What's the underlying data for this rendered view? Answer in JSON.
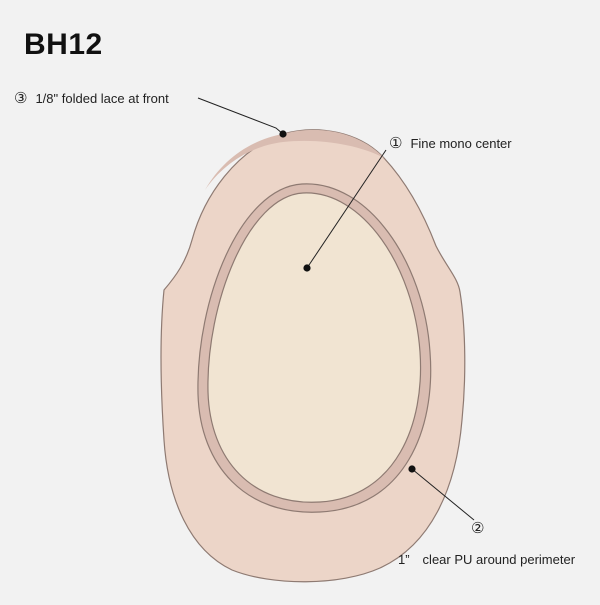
{
  "title": "BH12",
  "callouts": [
    {
      "num": "③",
      "text": "1/8\" folded lace at front"
    },
    {
      "num": "①",
      "text": "Fine mono center"
    },
    {
      "num": "②",
      "text": "1”　clear PU around perimeter"
    }
  ],
  "colors": {
    "background": "#f2f2f2",
    "outer_fill": "#ecd5c8",
    "outer_stroke": "#8e7a72",
    "inner_fill": "#f1e4d2",
    "band_fill": "#d9bcb1",
    "line": "#222222"
  }
}
